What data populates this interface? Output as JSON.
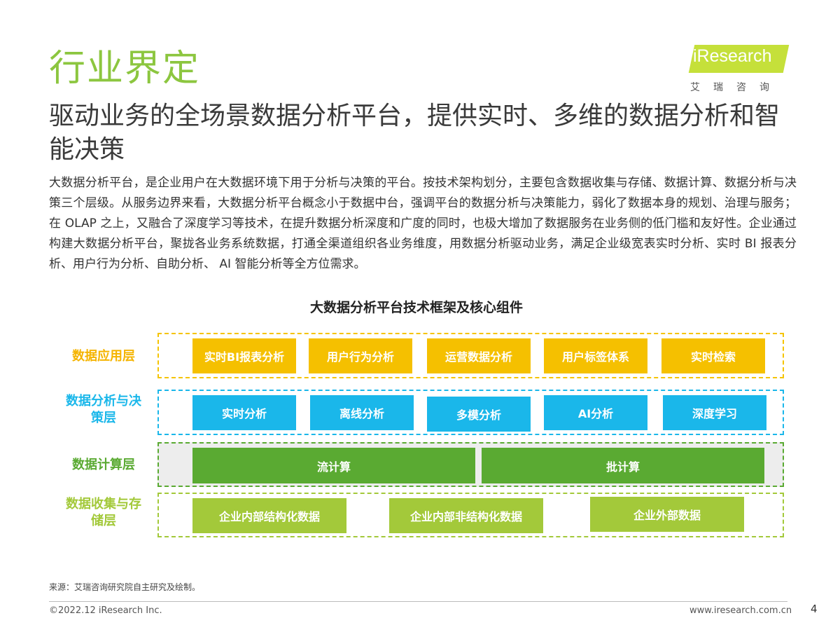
{
  "header": {
    "section_title": "行业界定",
    "logo": {
      "text": "iResearch",
      "cn": "艾瑞咨询"
    }
  },
  "headline": "驱动业务的全场景数据分析平台，提供实时、多维的数据分析和智能决策",
  "body_text": "大数据分析平台，是企业用户在大数据环境下用于分析与决策的平台。按技术架构划分，主要包含数据收集与存储、数据计算、数据分析与决策三个层级。从服务边界来看，大数据分析平台概念小于数据中台，强调平台的数据分析与决策能力，弱化了数据本身的规划、治理与服务；在 OLAP 之上，又融合了深度学习等技术，在提升数据分析深度和广度的同时，也极大增加了数据服务在业务侧的低门槛和友好性。企业通过构建大数据分析平台，聚拢各业务系统数据，打通全渠道组织各业务维度，用数据分析驱动业务，满足企业级宽表实时分析、实时 BI 报表分析、用户行为分析、自助分析、 AI 智能分析等全方位需求。",
  "diagram": {
    "title": "大数据分析平台技术框架及核心组件",
    "layers": [
      {
        "label": "数据应用层",
        "color": "#f5b400",
        "components": [
          "实时BI报表分析",
          "用户行为分析",
          "运营数据分析",
          "用户标签体系",
          "实时检索"
        ]
      },
      {
        "label": "数据分析与决策层",
        "color": "#1ab7ea",
        "components": [
          "实时分析",
          "离线分析",
          "多模分析",
          "AI分析",
          "深度学习"
        ]
      },
      {
        "label": "数据计算层",
        "color": "#5aaa32",
        "components": [
          "流计算",
          "批计算"
        ]
      },
      {
        "label": "数据收集与存储层",
        "color": "#a3c93a",
        "components": [
          "企业内部结构化数据",
          "企业内部非结构化数据",
          "企业外部数据"
        ]
      }
    ]
  },
  "footer": {
    "source": "来源：艾瑞咨询研究院自主研究及绘制。",
    "copyright": "©2022.12 iResearch Inc.",
    "website": "www.iresearch.com.cn",
    "page": "4"
  }
}
